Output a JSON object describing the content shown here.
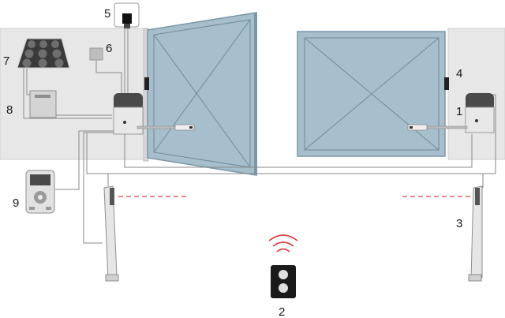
{
  "labels": {
    "actuator": "1",
    "remote": "2",
    "photocell": "3",
    "gate_stop": "4",
    "flashing_light": "5",
    "key_selector": "6",
    "solar_panel": "7",
    "battery_box": "8",
    "programmer": "9"
  },
  "colors": {
    "gate": "#a7bfcc",
    "gate_frame": "#7b96a6",
    "wall": "#e7e7e7",
    "cable": "#8a8a8a",
    "beam": "#d94040",
    "wave": "#d94040"
  }
}
